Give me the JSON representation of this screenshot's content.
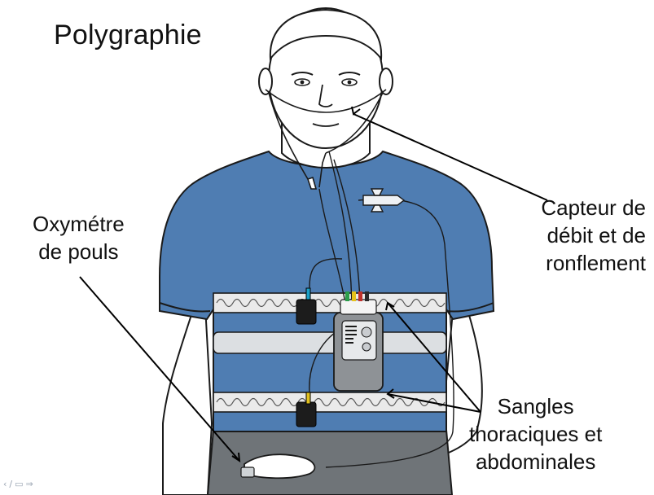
{
  "title": "Polygraphie",
  "labels": {
    "airflow_sensor": [
      "Capteur de",
      "débit et de",
      "ronflement"
    ],
    "oximeter": [
      "Oxymétre",
      "de pouls"
    ],
    "belts": [
      "Sangles",
      "thoraciques et",
      "abdominales"
    ]
  },
  "colors": {
    "shirt": "#4f7db2",
    "shirt_dark": "#3f6897",
    "pants": "#6f7478",
    "belt": "#eaeaea",
    "strap": "#dcdfe2",
    "device": "#8e9296",
    "outline": "#1a1a1a"
  },
  "icons": [
    "slide-prev-icon",
    "pen-icon",
    "slide-menu-icon",
    "slide-next-icon"
  ]
}
